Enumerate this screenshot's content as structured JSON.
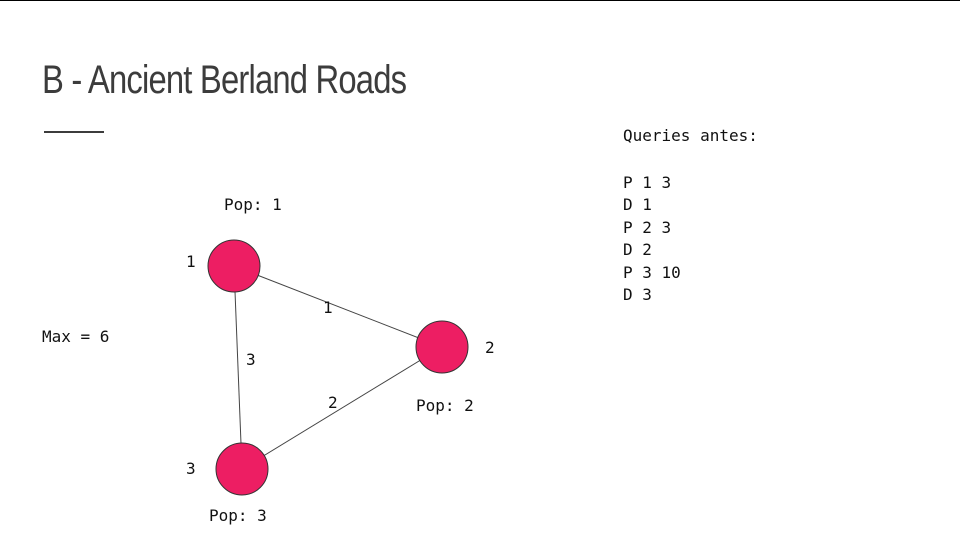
{
  "title": "B - Ancient Berland Roads",
  "max_label": "Max = 6",
  "queries": {
    "title": "Queries antes:",
    "items": [
      "P 1 3",
      "D 1",
      "P 2 3",
      "D 2",
      "P 3 10",
      "D 3"
    ]
  },
  "graph": {
    "node_color": "#ed1e63",
    "nodes": [
      {
        "id": "1",
        "pop": "Pop: 1"
      },
      {
        "id": "2",
        "pop": "Pop: 2"
      },
      {
        "id": "3",
        "pop": "Pop: 3"
      }
    ],
    "edges": [
      {
        "from": "1",
        "to": "2",
        "label": "1"
      },
      {
        "from": "1",
        "to": "3",
        "label": "3"
      },
      {
        "from": "2",
        "to": "3",
        "label": "2"
      }
    ]
  }
}
